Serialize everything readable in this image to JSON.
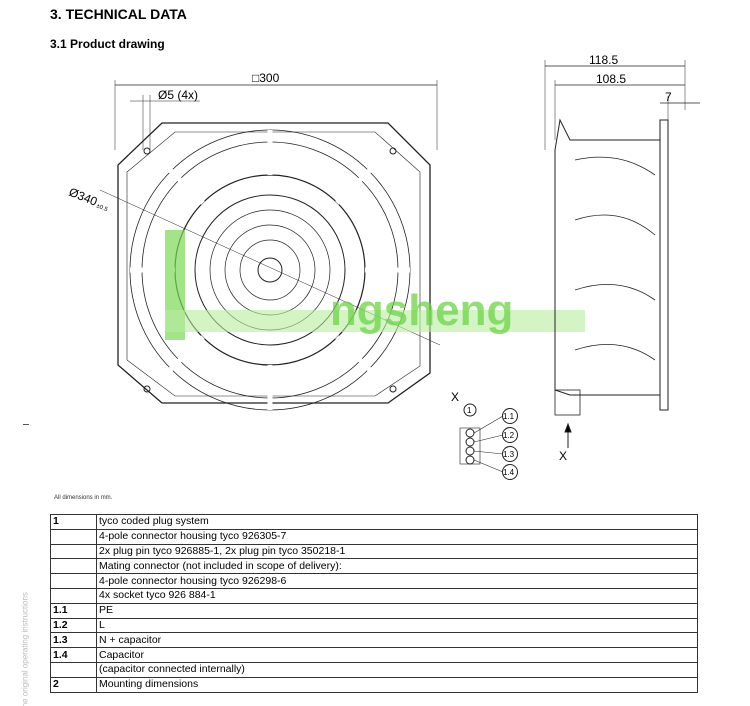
{
  "section_title": "3. TECHNICAL DATA",
  "subsection_title": "3.1 Product drawing",
  "drawing": {
    "dim_square": "□300",
    "dim_holes": "Ø5 (4x)",
    "dim_diameter": "Ø340",
    "dim_tolerance": "±0.5",
    "dim_depth_total": "118.5",
    "dim_depth_body": "108.5",
    "dim_flange": "7",
    "view_label": "X",
    "view_arrow_label": "X",
    "callouts": [
      "1",
      "1.1",
      "1.2",
      "1.3",
      "1.4"
    ],
    "watermark": "Hongsheng"
  },
  "note": "All dimensions in mm.",
  "side_text": "the original operating instructions",
  "table": [
    {
      "n": "1",
      "t": "tyco coded plug system"
    },
    {
      "n": "",
      "t": "4-pole connector housing tyco 926305-7"
    },
    {
      "n": "",
      "t": "2x plug pin tyco 926885-1, 2x plug pin tyco 350218-1"
    },
    {
      "n": "",
      "t": "Mating connector (not included in scope of delivery):"
    },
    {
      "n": "",
      "t": "4-pole connector housing tyco 926298-6"
    },
    {
      "n": "",
      "t": "4x socket tyco 926 884-1"
    },
    {
      "n": "1.1",
      "t": "PE"
    },
    {
      "n": "1.2",
      "t": "L"
    },
    {
      "n": "1.3",
      "t": "N + capacitor"
    },
    {
      "n": "1.4",
      "t": "Capacitor"
    },
    {
      "n": "",
      "t": "(capacitor connected internally)"
    },
    {
      "n": "2",
      "t": "Mounting dimensions"
    }
  ]
}
